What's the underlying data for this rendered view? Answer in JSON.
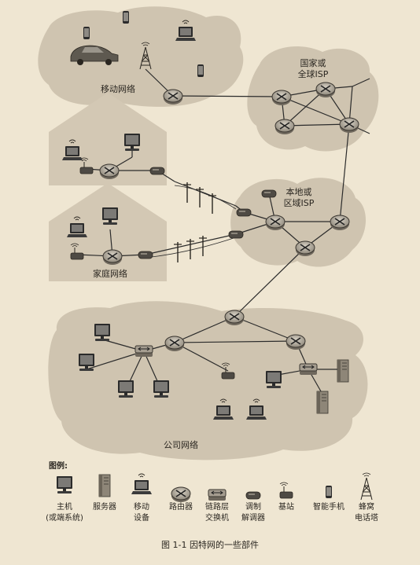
{
  "diagram": {
    "regions": {
      "mobile": "移动网络",
      "national_isp_1": "国家或",
      "national_isp_2": "全球ISP",
      "local_isp_1": "本地或",
      "local_isp_2": "区域ISP",
      "home": "家庭网络",
      "enterprise": "公司网络"
    },
    "legend": {
      "title": "图例:",
      "host_1": "主机",
      "host_2": "(或端系统)",
      "server": "服务器",
      "mobile_1": "移动",
      "mobile_2": "设备",
      "router": "路由器",
      "switch_1": "链路层",
      "switch_2": "交换机",
      "modem_1": "调制",
      "modem_2": "解调器",
      "base_station": "基站",
      "smartphone": "智能手机",
      "tower_1": "蜂窝",
      "tower_2": "电话塔"
    },
    "caption": "图 1-1  因特网的一些部件"
  },
  "colors": {
    "background": "#efe6d2",
    "cloud": "#cfc4b0",
    "house": "#d3c8b4",
    "link": "#2b2b2b",
    "router": "#9b9386"
  }
}
